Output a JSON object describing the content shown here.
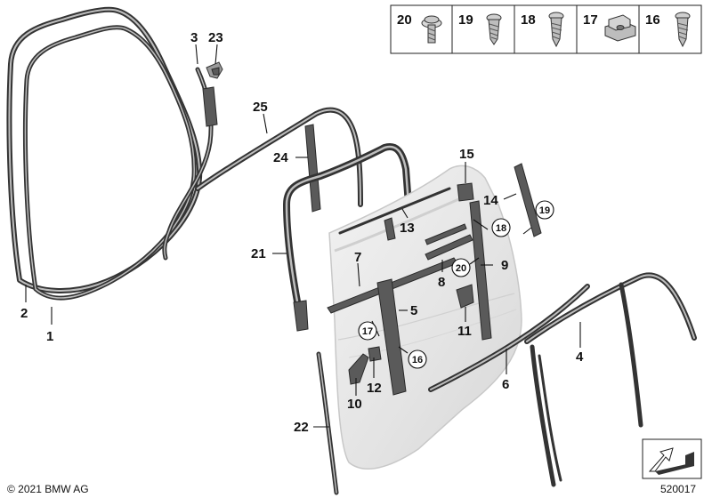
{
  "legend": [
    {
      "label": "20",
      "icon": "flange-screw-icon"
    },
    {
      "label": "19",
      "icon": "screw-icon"
    },
    {
      "label": "18",
      "icon": "self-tapping-screw-icon"
    },
    {
      "label": "17",
      "icon": "clip-nut-icon"
    },
    {
      "label": "16",
      "icon": "self-tapping-screw-icon"
    }
  ],
  "callouts": {
    "p1": "1",
    "p2": "2",
    "p3": "3",
    "p4": "4",
    "p5": "5",
    "p6": "6",
    "p7": "7",
    "p8": "8",
    "p9": "9",
    "p10": "10",
    "p11": "11",
    "p12": "12",
    "p13": "13",
    "p14": "14",
    "p15": "15",
    "p21": "21",
    "p22": "22",
    "p23": "23",
    "p24": "24",
    "p25": "25"
  },
  "circled": {
    "c16": "16",
    "c17": "17",
    "c18": "18",
    "c19": "19",
    "c20": "20"
  },
  "footer": {
    "copyright": "© 2021 BMW AG",
    "diagram_number": "520017"
  },
  "colors": {
    "seal_dark": "#333333",
    "part_grey": "#5a5a5a",
    "door_panel": "#e6e6e6"
  }
}
